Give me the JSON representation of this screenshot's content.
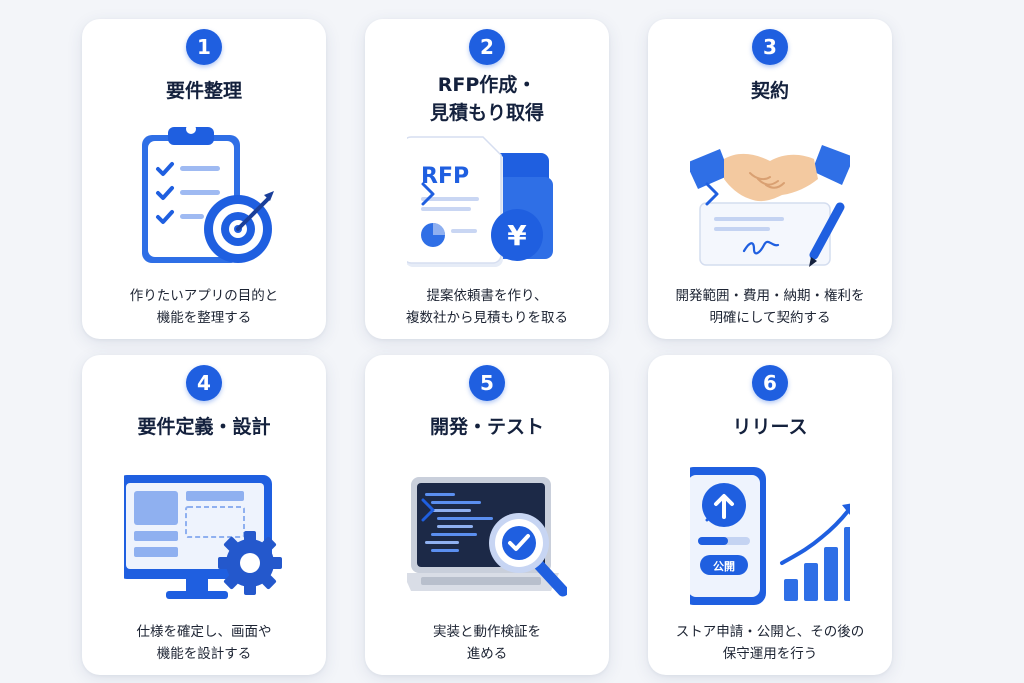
{
  "steps": [
    {
      "number": "1",
      "title": "要件整理",
      "description": "作りたいアプリの目的と\n機能を整理する",
      "icon": "clipboard-target-icon"
    },
    {
      "number": "2",
      "title": "RFP作成・\n見積もり取得",
      "description": "提案依頼書を作り、\n複数社から見積もりを取る",
      "icon": "rfp-document-yen-icon",
      "document_label": "RFP",
      "currency_symbol": "¥"
    },
    {
      "number": "3",
      "title": "契約",
      "description": "開発範囲・費用・納期・権利を\n明確にして契約する",
      "icon": "handshake-contract-icon"
    },
    {
      "number": "4",
      "title": "要件定義・設計",
      "description": "仕様を確定し、画面や\n機能を設計する",
      "icon": "monitor-gear-icon"
    },
    {
      "number": "5",
      "title": "開発・テスト",
      "description": "実装と動作検証を\n進める",
      "icon": "laptop-magnifier-check-icon"
    },
    {
      "number": "6",
      "title": "リリース",
      "description": "ストア申請・公開と、その後の\n保守運用を行う",
      "icon": "phone-upload-chart-icon",
      "publish_label": "公開"
    }
  ],
  "arrow_icon": "chevron-right-icon",
  "colors": {
    "accent": "#1f5fe0",
    "background": "#f3f5f9",
    "card": "#ffffff",
    "text": "#14213d"
  }
}
